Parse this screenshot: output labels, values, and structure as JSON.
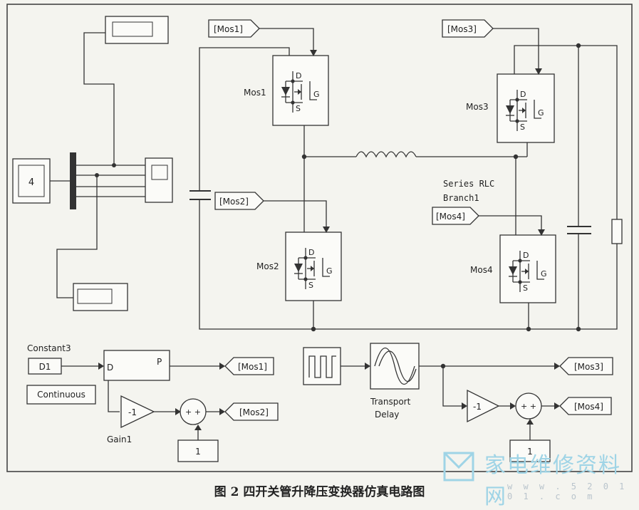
{
  "blocks": {
    "constant_main": "4",
    "constant3_label": "Constant3",
    "constant3_value": "D1",
    "powergui": "Continuous",
    "pwm_in": "D",
    "pwm_out": "P",
    "gain1_value": "-1",
    "gain1_label": "Gain1",
    "gain2_value": "-1",
    "sum_signs": "+ +",
    "const_one_a": "1",
    "const_one_b": "1",
    "transport_delay_line1": "Transport",
    "transport_delay_line2": "Delay"
  },
  "goto_tags": [
    "[Mos1]",
    "[Mos2]",
    "[Mos3]",
    "[Mos4]"
  ],
  "from_tags": [
    "[Mos1]",
    "[Mos2]",
    "[Mos3]",
    "[Mos4]"
  ],
  "mosfets": [
    {
      "name": "Mos1",
      "d": "D",
      "g": "G",
      "s": "S"
    },
    {
      "name": "Mos2",
      "d": "D",
      "g": "G",
      "s": "S"
    },
    {
      "name": "Mos3",
      "d": "D",
      "g": "G",
      "s": "S"
    },
    {
      "name": "Mos4",
      "d": "D",
      "g": "G",
      "s": "S"
    }
  ],
  "rlc_label_line1": "Series RLC",
  "rlc_label_line2": "Branch1",
  "caption": "图 2 四开关管升降压变换器仿真电路图",
  "watermark": "家电维修资料网",
  "watermark_url": "w w w . 5 2 0 1 0 1 . c o m"
}
